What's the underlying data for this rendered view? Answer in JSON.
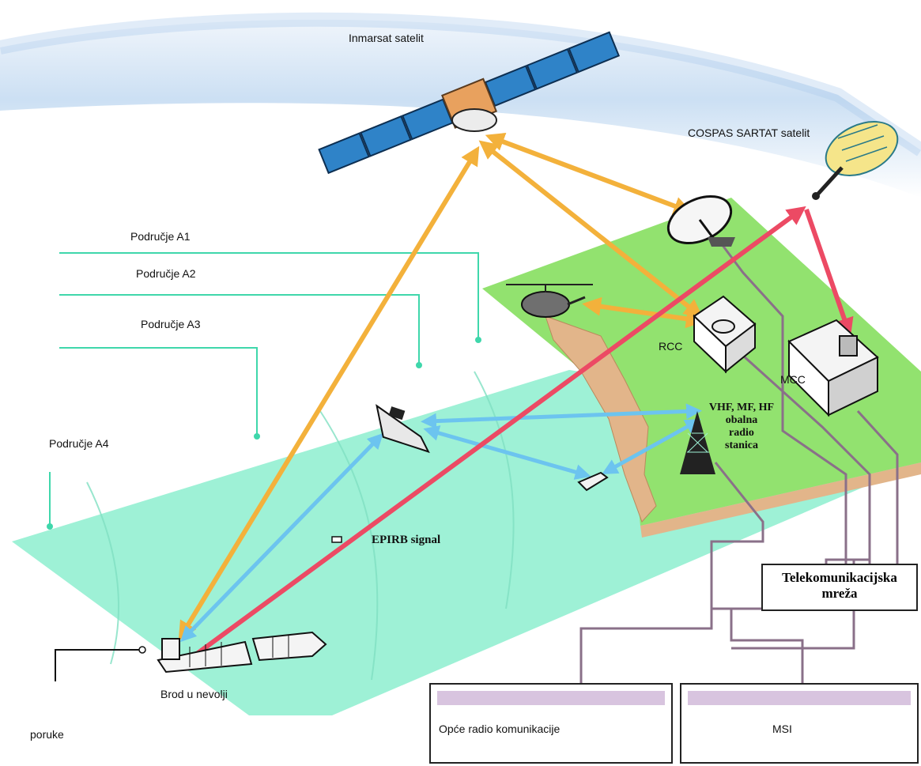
{
  "labels": {
    "inmarsat": "Inmarsat satelit",
    "cospas": "COSPAS SARTAT satelit",
    "area_a1": "Područje A1",
    "area_a2": "Područje A2",
    "area_a3": "Područje A3",
    "area_a4": "Područje A4",
    "rcc": "RCC",
    "mcc": "MCC",
    "coast_station": [
      "VHF, MF, HF",
      "obalna",
      "radio",
      "stanica"
    ],
    "epirb": "EPIRB signal",
    "ship_distress": "Brod u nevolji",
    "poruke": "poruke",
    "telecom_network": [
      "Telekomunikacijska",
      "mreža"
    ],
    "general_radio": "Opće radio komunikacije",
    "msi": "MSI"
  },
  "colors": {
    "sea": "#9ef1d6",
    "land": "#92e26f",
    "land_edge": "#e2b58a",
    "sky": "#c8ddf2",
    "inmarsat_link": "#f3b13b",
    "radio_link": "#6cc4ef",
    "epirb_link": "#ec4a64",
    "cable": "#8a7089",
    "msi_bar": "#d8c4df",
    "area_lines": "#3fd7ab"
  },
  "icons": [
    "inmarsat-satellite-icon",
    "cospas-satellite-icon",
    "dish-antenna-icon",
    "helicopter-icon",
    "rcc-building-icon",
    "mcc-building-icon",
    "radio-tower-icon",
    "ship-icon",
    "boat-icon",
    "epirb-beacon-icon",
    "distress-ship-icon"
  ]
}
